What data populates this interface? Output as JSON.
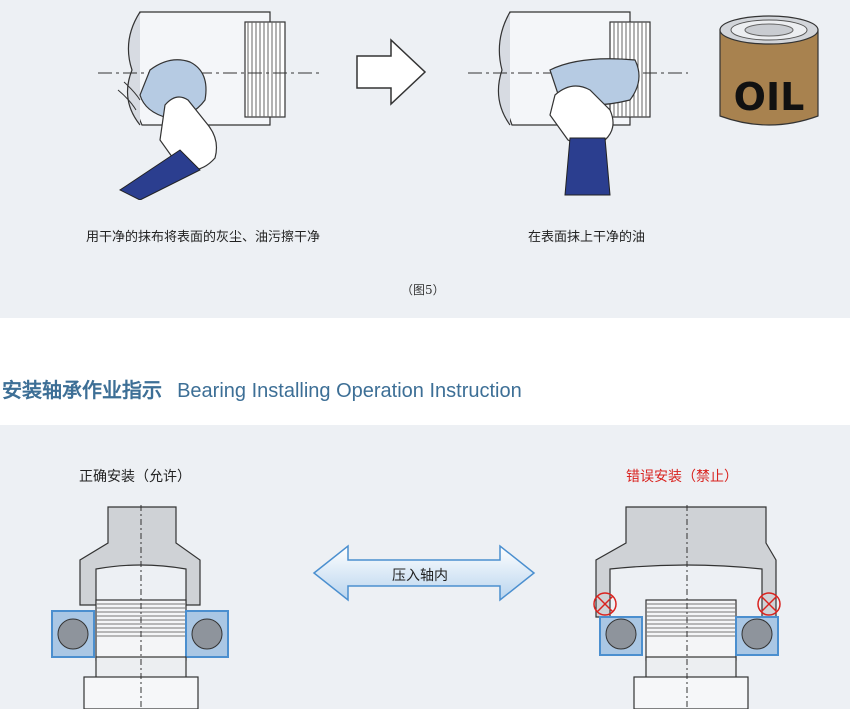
{
  "top": {
    "caption_left": "用干净的抹布将表面的灰尘、油污擦干净",
    "caption_right": "在表面抹上干净的油",
    "figure_label": "（图5）",
    "oil_can_text": "OIL"
  },
  "section": {
    "title_cn": "安装轴承作业指示",
    "title_en": "Bearing Installing Operation Instruction"
  },
  "bottom": {
    "correct_label": "正确安装（允许）",
    "wrong_label": "错误安装（禁止）",
    "arrow_label": "压入轴内"
  },
  "colors": {
    "title": "#3d6f96",
    "panel_bg": "#edf0f4",
    "wrong_label": "#d9231f",
    "bearing_ring": "#4b8fcf",
    "glove_blue": "#2b3e8f"
  }
}
